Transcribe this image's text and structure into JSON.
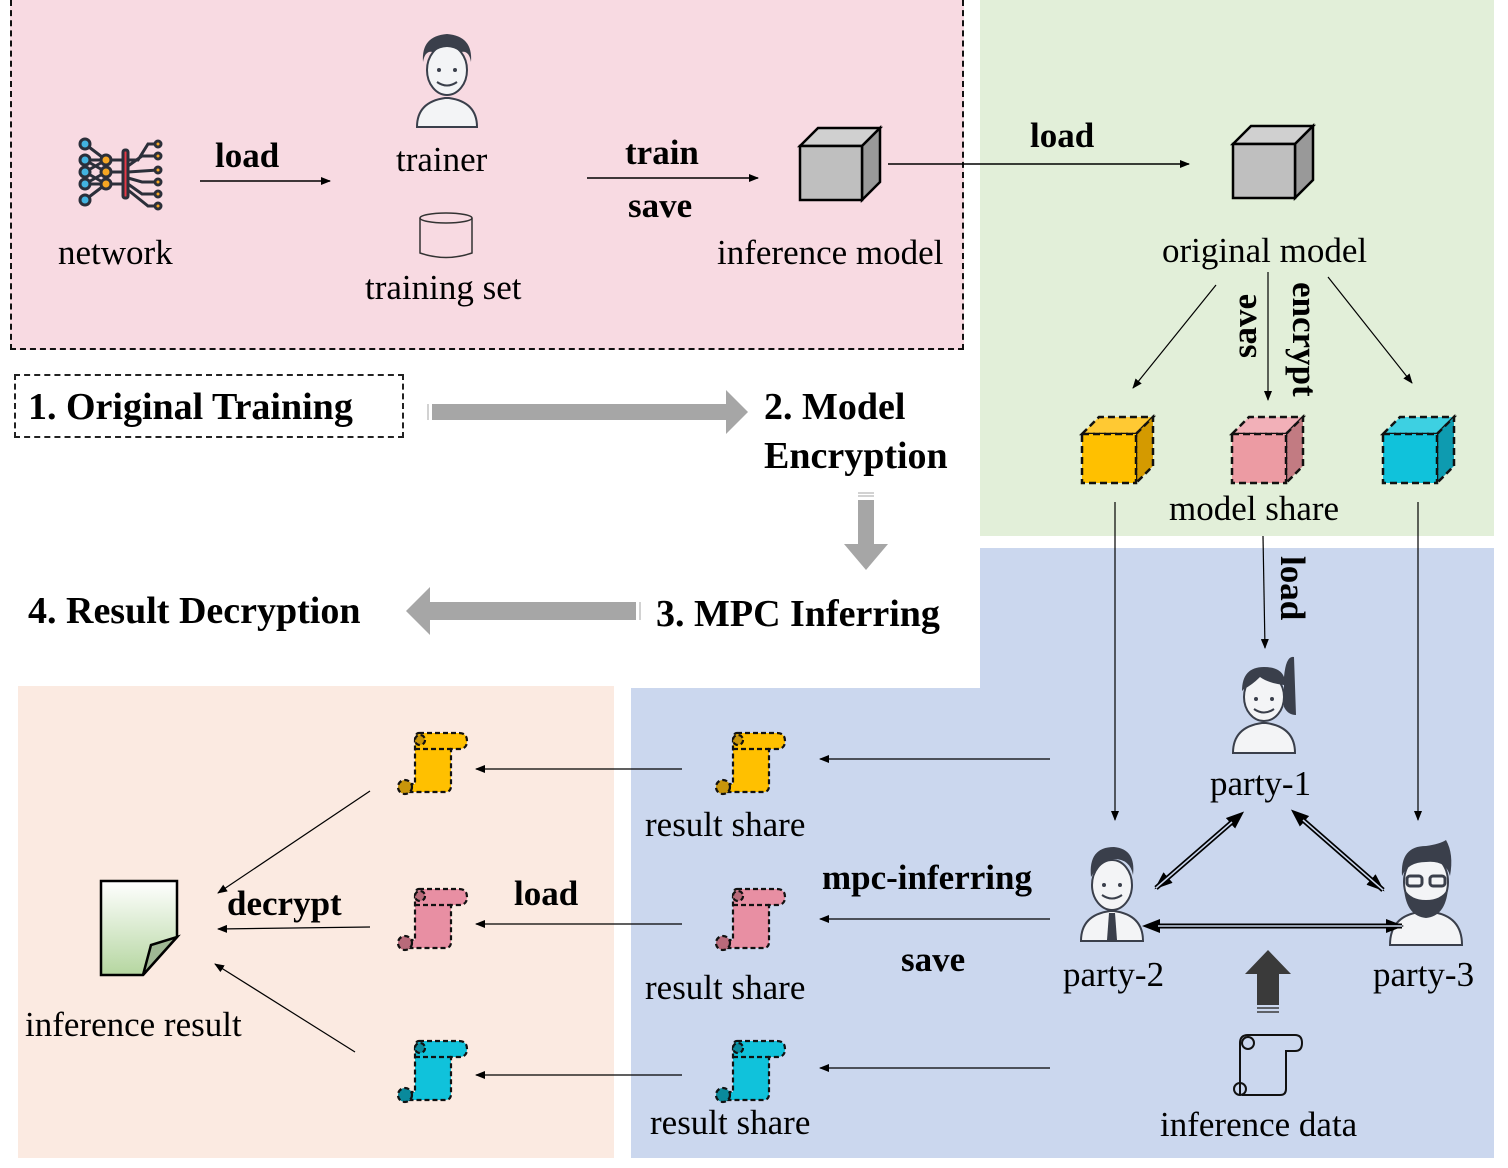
{
  "colors": {
    "training_bg": "#f8dae2",
    "encryption_bg": "#e2efd9",
    "mpc_bg": "#cbd7ee",
    "decryption_bg": "#fbeae1",
    "share_1": "#ffc000",
    "share_2": "#e88fa3",
    "share_3": "#10c2db",
    "model_gray": "#bfbfbf",
    "flow_arrow_gray": "#a6a6a6"
  },
  "steps": {
    "step1": "1. Original Training",
    "step2_line1": "2. Model",
    "step2_line2": "Encryption",
    "step3": "3. MPC Inferring",
    "step4": "4. Result Decryption"
  },
  "training": {
    "network_label": "network",
    "load_label": "load",
    "trainer_label": "trainer",
    "training_set_label": "training set",
    "train_label": "train",
    "save_label": "save",
    "inference_model_label": "inference model"
  },
  "encryption": {
    "load_label": "load",
    "original_model_label": "original model",
    "save_label": "save",
    "encrypt_label": "encrypt",
    "model_share_label": "model share"
  },
  "mpc": {
    "load_label": "load",
    "party1_label": "party-1",
    "party2_label": "party-2",
    "party3_label": "party-3",
    "mpc_inferring_label": "mpc-inferring",
    "save_label": "save",
    "inference_data_label": "inference data",
    "result_share_labels": [
      "result share",
      "result share",
      "result share"
    ]
  },
  "decryption": {
    "decrypt_label": "decrypt",
    "load_label": "load",
    "inference_result_label": "inference result"
  }
}
